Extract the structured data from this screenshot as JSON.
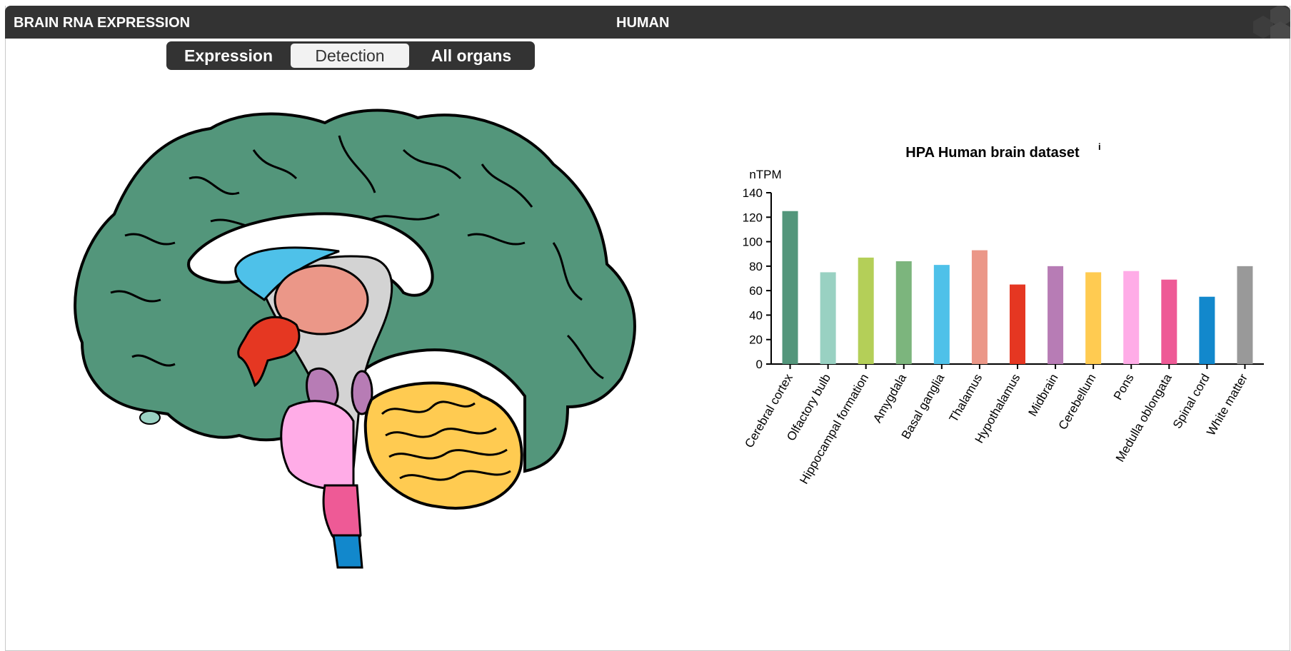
{
  "header": {
    "left_title": "BRAIN RNA EXPRESSION",
    "center_title": "HUMAN"
  },
  "tabs": [
    {
      "label": "Expression",
      "selected": false
    },
    {
      "label": "Detection",
      "selected": true
    },
    {
      "label": "All organs",
      "selected": false
    }
  ],
  "chart_data": {
    "type": "bar",
    "title": "HPA Human brain dataset",
    "title_superscript": "i",
    "ylabel": "nTPM",
    "xlabel": "",
    "ylim": [
      0,
      140
    ],
    "yticks": [
      0,
      20,
      40,
      60,
      80,
      100,
      120,
      140
    ],
    "grid": false,
    "categories": [
      "Cerebral cortex",
      "Olfactory bulb",
      "Hippocampal formation",
      "Amygdala",
      "Basal ganglia",
      "Thalamus",
      "Hypothalamus",
      "Midbrain",
      "Cerebellum",
      "Pons",
      "Medulla oblongata",
      "Spinal cord",
      "White matter"
    ],
    "values": [
      125,
      75,
      87,
      84,
      81,
      93,
      65,
      80,
      75,
      76,
      69,
      55,
      80
    ],
    "colors": [
      "#53967B",
      "#99D1C2",
      "#B4CF58",
      "#7CB57D",
      "#4EC1E9",
      "#EB9788",
      "#E53722",
      "#B77CB5",
      "#FFCB51",
      "#FFACE7",
      "#EE5A96",
      "#1288CC",
      "#999999"
    ]
  },
  "colors": {
    "header_bg": "#333333",
    "cortex": "#53967B",
    "olfactory": "#99D1C2",
    "basal_ganglia": "#4EC1E9",
    "thalamus": "#EB9788",
    "hypothalamus": "#E53722",
    "midbrain": "#B77CB5",
    "cerebellum": "#FFCB51",
    "pons": "#FFACE7",
    "medulla": "#EE5A96",
    "spinal_cord": "#1288CC",
    "white_matter": "#D3D3D3"
  }
}
